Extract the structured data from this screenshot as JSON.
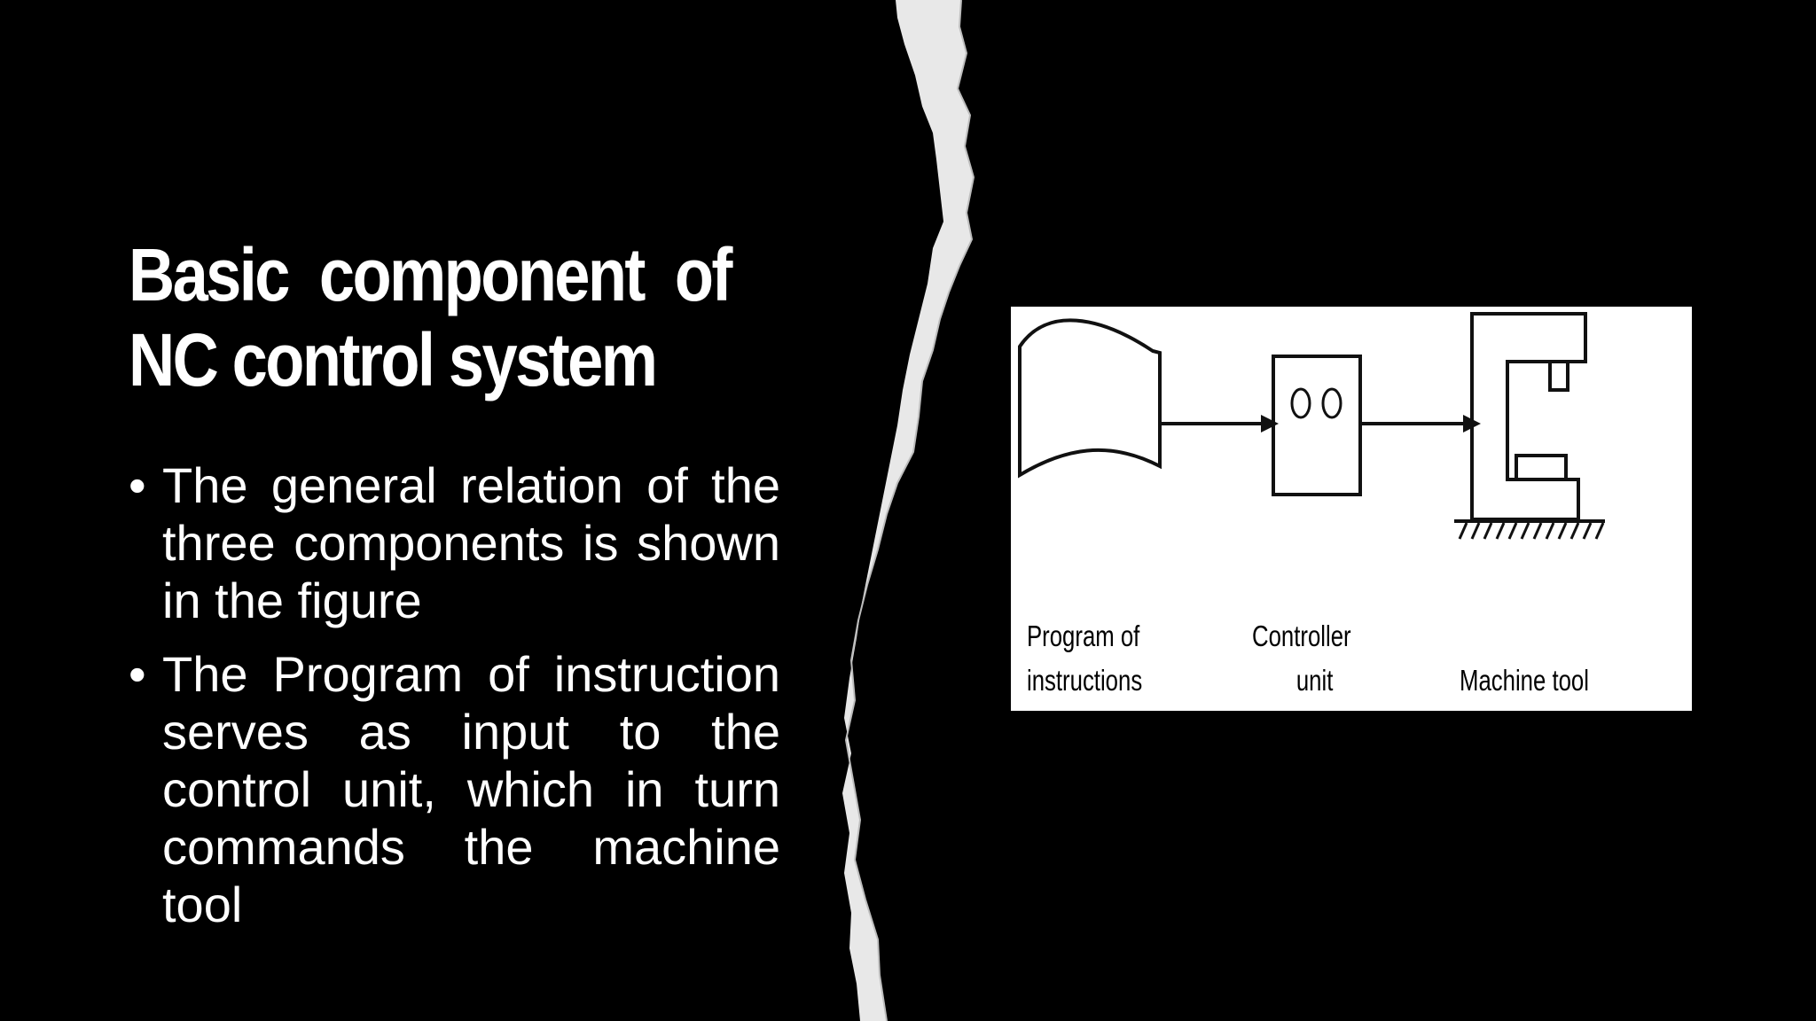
{
  "slide": {
    "title_line1": "Basic  component  of",
    "title_line2": "NC control system",
    "bullets": [
      "The general relation of the three components is shown in the figure",
      "The Program of instruction serves as input to the control unit, which in turn commands the machine tool"
    ],
    "bullet_glyph": "•"
  },
  "figure": {
    "labels": {
      "program_line1": "Program of",
      "program_line2": "instructions",
      "controller_line1": "Controller",
      "controller_line2": "unit",
      "machine": "Machine tool"
    }
  },
  "colors": {
    "background": "#000000",
    "text": "#ffffff",
    "tear": "#e6e6e6",
    "figure_bg": "#ffffff",
    "figure_ink": "#111111"
  }
}
